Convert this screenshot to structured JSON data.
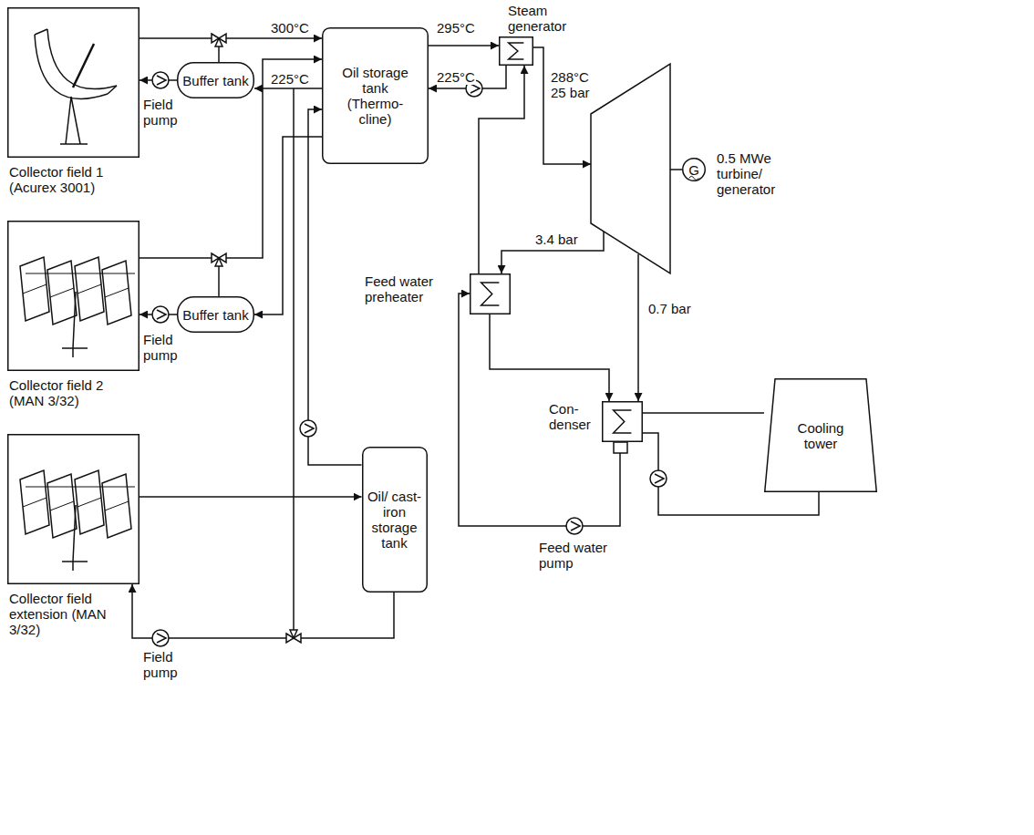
{
  "diagram": {
    "nodes": [
      {
        "text": [
          "Collector field 1 (Acurex 3001)"
        ]
      },
      {
        "text": [
          "Buffer tank"
        ]
      },
      {
        "text": [
          "Oil storage tank (Thermo- cline)"
        ]
      },
      {
        "text": [
          "Steam generator"
        ]
      },
      {
        "text": [
          "G",
          "0.5 MWe turbine/ generator"
        ]
      },
      {
        "text": [
          "Collector field 2 (MAN 3/32)"
        ]
      },
      {
        "text": [
          "Buffer tank"
        ]
      },
      {
        "text": [
          "Feed water preheater"
        ]
      },
      {
        "text": [
          "Oil/ cast- iron storage tank"
        ]
      },
      {
        "text": [
          "Con- denser"
        ]
      },
      {
        "text": [
          "Collector field extension (MAN 3/32)"
        ]
      },
      {
        "text": [
          "Cooling tower"
        ]
      }
    ],
    "edges": [
      {
        "from": 0,
        "to": 2,
        "arrow": "to"
      },
      {
        "from": 2,
        "to": 1,
        "arrow": "to"
      },
      {
        "from": 1,
        "to": 0,
        "arrow": "to"
      },
      {
        "from": 2,
        "to": 3,
        "arrow": "to"
      },
      {
        "from": 3,
        "to": 2,
        "arrow": "to"
      },
      {
        "from": 7,
        "to": 3,
        "arrow": "to"
      },
      {
        "from": 9,
        "to": 7,
        "arrow": "to"
      },
      {
        "from": 7,
        "to": 9,
        "arrow": "to"
      },
      {
        "from": 9,
        "to": 11,
        "arrow": "none"
      },
      {
        "from": 11,
        "to": 9,
        "arrow": "none"
      },
      {
        "from": 10,
        "to": 8,
        "arrow": "to"
      },
      {
        "from": 8,
        "to": 10,
        "arrow": "to"
      },
      {
        "from": 8,
        "to": 2,
        "arrow": "to"
      },
      {
        "from": 5,
        "to": 2,
        "arrow": "to"
      },
      {
        "from": 6,
        "to": 5,
        "arrow": "to"
      },
      {
        "from": 2,
        "to": 6,
        "arrow": "to"
      }
    ],
    "labels": [
      "300°C",
      "295°C",
      "225°C",
      "225°C",
      "288°C 25 bar",
      "3.4 bar",
      "0.7 bar",
      "Field pump",
      "Field pump",
      "Field pump",
      "Feed water pump"
    ]
  }
}
